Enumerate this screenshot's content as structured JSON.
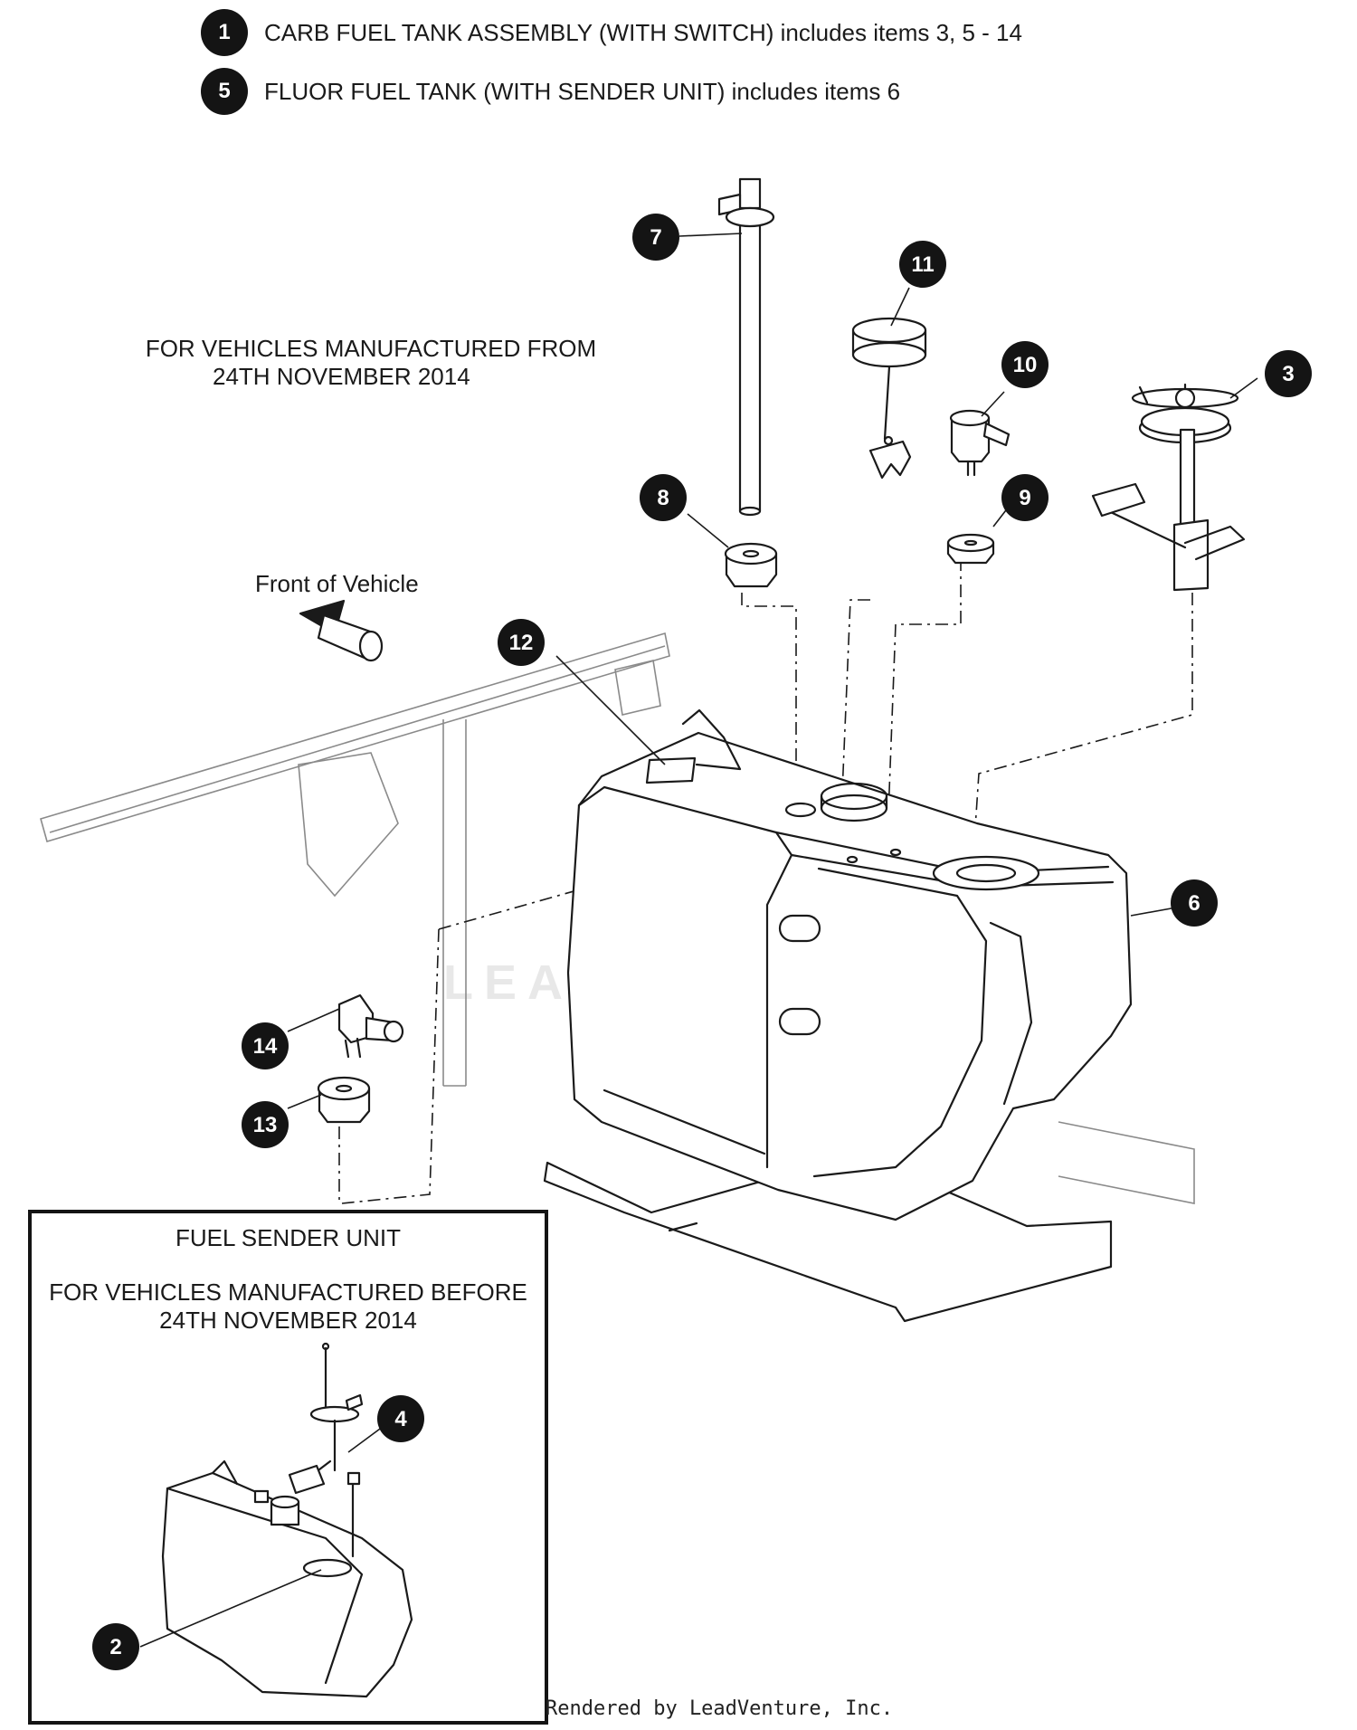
{
  "header": {
    "items": [
      {
        "number": "1",
        "text": "CARB FUEL TANK ASSEMBLY (WITH SWITCH) includes items 3, 5 - 14"
      },
      {
        "number": "5",
        "text": "FLUOR FUEL TANK (WITH SENDER UNIT) includes items 6"
      }
    ]
  },
  "notes": {
    "vehicles_from_line1": "FOR VEHICLES MANUFACTURED FROM",
    "vehicles_from_line2": "24TH NOVEMBER 2014",
    "front_of_vehicle": "Front of Vehicle"
  },
  "inset": {
    "title": "FUEL SENDER UNIT",
    "subtitle_line1": "FOR VEHICLES MANUFACTURED BEFORE",
    "subtitle_line2": "24TH NOVEMBER 2014"
  },
  "callouts": {
    "c2": "2",
    "c3": "3",
    "c4": "4",
    "c6": "6",
    "c7": "7",
    "c8": "8",
    "c9": "9",
    "c10": "10",
    "c11": "11",
    "c12": "12",
    "c13": "13",
    "c14": "14"
  },
  "watermark": "LEADVENTURE",
  "footer": "Rendered by LeadVenture, Inc."
}
